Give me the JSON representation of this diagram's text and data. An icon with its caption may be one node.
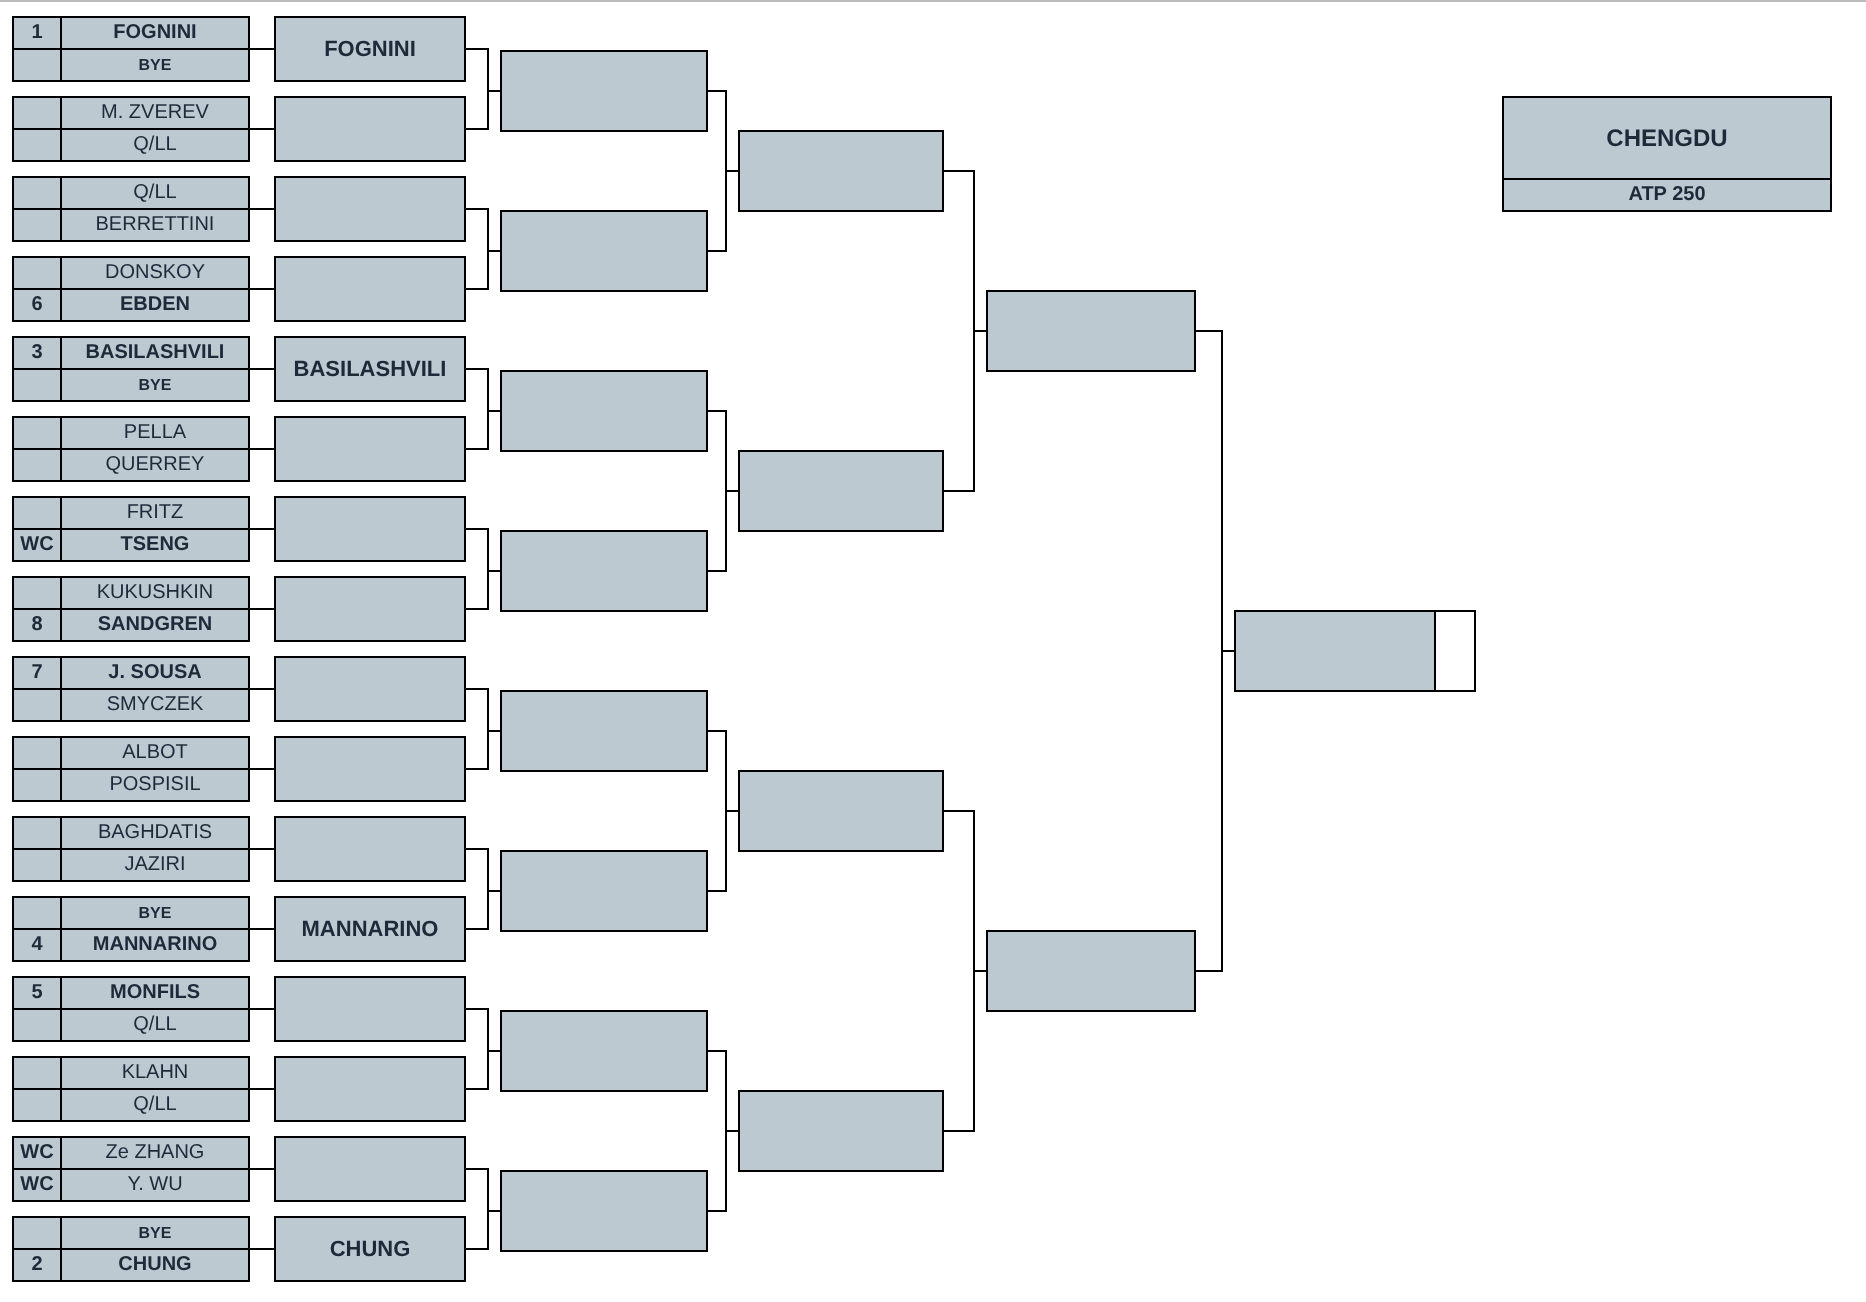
{
  "diagram": {
    "nodes": [
      {
        "text": [],
        "shape": "box"
      },
      {
        "text": [
          "1",
          "FOGNINI"
        ],
        "in": 0
      },
      {
        "text": [
          "BYE"
        ],
        "in": 0
      },
      {
        "text": [],
        "shape": "box"
      },
      {
        "text": [
          "M. ZVEREV"
        ],
        "in": 3
      },
      {
        "text": [
          "Q/LL"
        ],
        "in": 3
      },
      {
        "text": [],
        "shape": "box"
      },
      {
        "text": [
          "Q/LL"
        ],
        "in": 6
      },
      {
        "text": [
          "BERRETTINI"
        ],
        "in": 6
      },
      {
        "text": [],
        "shape": "box"
      },
      {
        "text": [
          "DONSKOY"
        ],
        "in": 9
      },
      {
        "text": [
          "6",
          "EBDEN"
        ],
        "in": 9
      },
      {
        "text": [],
        "shape": "box"
      },
      {
        "text": [
          "3",
          "BASILASHVILI"
        ],
        "in": 12
      },
      {
        "text": [
          "BYE"
        ],
        "in": 12
      },
      {
        "text": [],
        "shape": "box"
      },
      {
        "text": [
          "PELLA"
        ],
        "in": 15
      },
      {
        "text": [
          "QUERREY"
        ],
        "in": 15
      },
      {
        "text": [],
        "shape": "box"
      },
      {
        "text": [
          "FRITZ"
        ],
        "in": 18
      },
      {
        "text": [
          "WC",
          "TSENG"
        ],
        "in": 18
      },
      {
        "text": [],
        "shape": "box"
      },
      {
        "text": [
          "KUKUSHKIN"
        ],
        "in": 21
      },
      {
        "text": [
          "8",
          "SANDGREN"
        ],
        "in": 21
      },
      {
        "text": [],
        "shape": "box"
      },
      {
        "text": [
          "7",
          "J. SOUSA"
        ],
        "in": 24
      },
      {
        "text": [
          "SMYCZEK"
        ],
        "in": 24
      },
      {
        "text": [],
        "shape": "box"
      },
      {
        "text": [
          "ALBOT"
        ],
        "in": 27
      },
      {
        "text": [
          "POSPISIL"
        ],
        "in": 27
      },
      {
        "text": [],
        "shape": "box"
      },
      {
        "text": [
          "BAGHDATIS"
        ],
        "in": 30
      },
      {
        "text": [
          "JAZIRI"
        ],
        "in": 30
      },
      {
        "text": [],
        "shape": "box"
      },
      {
        "text": [
          "BYE"
        ],
        "in": 33
      },
      {
        "text": [
          "4",
          "MANNARINO"
        ],
        "in": 33
      },
      {
        "text": [],
        "shape": "box"
      },
      {
        "text": [
          "5",
          "MONFILS"
        ],
        "in": 36
      },
      {
        "text": [
          "Q/LL"
        ],
        "in": 36
      },
      {
        "text": [],
        "shape": "box"
      },
      {
        "text": [
          "KLAHN"
        ],
        "in": 39
      },
      {
        "text": [
          "Q/LL"
        ],
        "in": 39
      },
      {
        "text": [],
        "shape": "box"
      },
      {
        "text": [
          "WC",
          "Ze ZHANG"
        ],
        "in": 42
      },
      {
        "text": [
          "WC",
          "Y. WU"
        ],
        "in": 42
      },
      {
        "text": [],
        "shape": "box"
      },
      {
        "text": [
          "BYE"
        ],
        "in": 45
      },
      {
        "text": [
          "2",
          "CHUNG"
        ],
        "in": 45
      },
      {
        "text": [
          "FOGNINI"
        ]
      },
      {
        "text": [],
        "shape": "box"
      },
      {
        "text": [],
        "shape": "box"
      },
      {
        "text": [],
        "shape": "box"
      },
      {
        "text": [
          "BASILASHVILI"
        ]
      },
      {
        "text": [],
        "shape": "box"
      },
      {
        "text": [],
        "shape": "box"
      },
      {
        "text": [],
        "shape": "box"
      },
      {
        "text": [],
        "shape": "box"
      },
      {
        "text": [],
        "shape": "box"
      },
      {
        "text": [],
        "shape": "box"
      },
      {
        "text": [
          "MANNARINO"
        ]
      },
      {
        "text": [],
        "shape": "box"
      },
      {
        "text": [],
        "shape": "box"
      },
      {
        "text": [],
        "shape": "box"
      },
      {
        "text": [
          "CHUNG"
        ]
      },
      {
        "text": [],
        "shape": "box"
      },
      {
        "text": [],
        "shape": "box"
      },
      {
        "text": [],
        "shape": "box"
      },
      {
        "text": [],
        "shape": "box"
      },
      {
        "text": [],
        "shape": "box"
      },
      {
        "text": [],
        "shape": "box"
      },
      {
        "text": [],
        "shape": "box"
      },
      {
        "text": [],
        "shape": "box"
      },
      {
        "text": [],
        "shape": "box"
      },
      {
        "text": [],
        "shape": "box"
      },
      {
        "text": [],
        "shape": "box"
      },
      {
        "text": [],
        "shape": "box"
      },
      {
        "text": [],
        "shape": "box"
      },
      {
        "text": [],
        "shape": "box"
      },
      {
        "text": [],
        "shape": "box"
      },
      {
        "text": [
          "CHENGDU",
          "ATP 250"
        ]
      }
    ],
    "edges": [
      {
        "from": 0,
        "to": 48,
        "arrow": "none"
      },
      {
        "from": 3,
        "to": 49,
        "arrow": "none"
      },
      {
        "from": 6,
        "to": 50,
        "arrow": "none"
      },
      {
        "from": 9,
        "to": 51,
        "arrow": "none"
      },
      {
        "from": 12,
        "to": 52,
        "arrow": "none"
      },
      {
        "from": 15,
        "to": 53,
        "arrow": "none"
      },
      {
        "from": 18,
        "to": 54,
        "arrow": "none"
      },
      {
        "from": 21,
        "to": 55,
        "arrow": "none"
      },
      {
        "from": 24,
        "to": 56,
        "arrow": "none"
      },
      {
        "from": 27,
        "to": 57,
        "arrow": "none"
      },
      {
        "from": 30,
        "to": 58,
        "arrow": "none"
      },
      {
        "from": 33,
        "to": 59,
        "arrow": "none"
      },
      {
        "from": 36,
        "to": 60,
        "arrow": "none"
      },
      {
        "from": 39,
        "to": 61,
        "arrow": "none"
      },
      {
        "from": 42,
        "to": 62,
        "arrow": "none"
      },
      {
        "from": 45,
        "to": 63,
        "arrow": "none"
      },
      {
        "from": 48,
        "to": 64,
        "arrow": "none"
      },
      {
        "from": 49,
        "to": 64,
        "arrow": "none"
      },
      {
        "from": 50,
        "to": 65,
        "arrow": "none"
      },
      {
        "from": 51,
        "to": 65,
        "arrow": "none"
      },
      {
        "from": 52,
        "to": 66,
        "arrow": "none"
      },
      {
        "from": 53,
        "to": 66,
        "arrow": "none"
      },
      {
        "from": 54,
        "to": 67,
        "arrow": "none"
      },
      {
        "from": 55,
        "to": 67,
        "arrow": "none"
      },
      {
        "from": 56,
        "to": 68,
        "arrow": "none"
      },
      {
        "from": 57,
        "to": 68,
        "arrow": "none"
      },
      {
        "from": 58,
        "to": 69,
        "arrow": "none"
      },
      {
        "from": 59,
        "to": 69,
        "arrow": "none"
      },
      {
        "from": 60,
        "to": 70,
        "arrow": "none"
      },
      {
        "from": 61,
        "to": 70,
        "arrow": "none"
      },
      {
        "from": 62,
        "to": 71,
        "arrow": "none"
      },
      {
        "from": 63,
        "to": 71,
        "arrow": "none"
      },
      {
        "from": 64,
        "to": 72,
        "arrow": "none"
      },
      {
        "from": 65,
        "to": 72,
        "arrow": "none"
      },
      {
        "from": 66,
        "to": 73,
        "arrow": "none"
      },
      {
        "from": 67,
        "to": 73,
        "arrow": "none"
      },
      {
        "from": 68,
        "to": 74,
        "arrow": "none"
      },
      {
        "from": 69,
        "to": 74,
        "arrow": "none"
      },
      {
        "from": 70,
        "to": 75,
        "arrow": "none"
      },
      {
        "from": 71,
        "to": 75,
        "arrow": "none"
      },
      {
        "from": 72,
        "to": 76,
        "arrow": "none"
      },
      {
        "from": 73,
        "to": 76,
        "arrow": "none"
      },
      {
        "from": 74,
        "to": 77,
        "arrow": "none"
      },
      {
        "from": 75,
        "to": 77,
        "arrow": "none"
      },
      {
        "from": 76,
        "to": 78,
        "arrow": "none"
      },
      {
        "from": 77,
        "to": 78,
        "arrow": "none"
      }
    ]
  }
}
